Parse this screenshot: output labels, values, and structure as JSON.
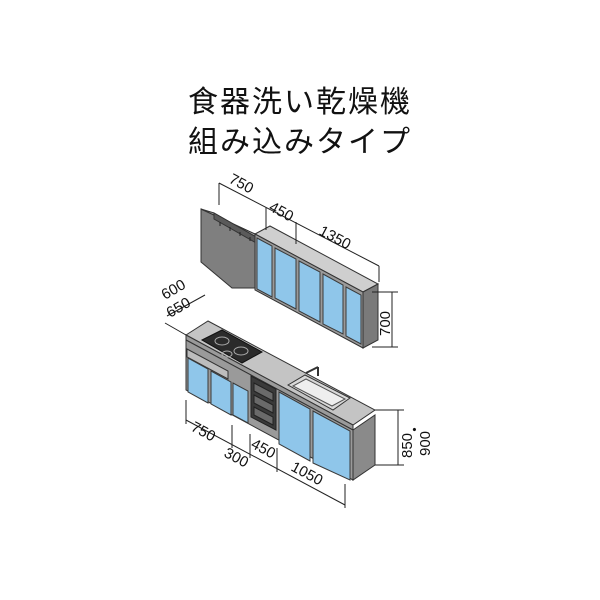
{
  "title": {
    "line1": "食器洗い乾燥機",
    "line2": "組み込みタイプ"
  },
  "upper_dims": {
    "hood_width": "750",
    "cabinet_left": "450",
    "cabinet_right": "1350",
    "height": "700"
  },
  "depth_dims": {
    "depth_a": "600",
    "depth_b": "650"
  },
  "lower_dims": {
    "left": "750",
    "mid_a": "300",
    "mid_b": "450",
    "right": "1050",
    "height_a": "850",
    "dot": "・",
    "height_b": "900"
  },
  "colors": {
    "door": "#8fc6ea",
    "body": "#9a9a9a",
    "hood": "#8a8a8a",
    "counter": "#c4c4c4"
  }
}
